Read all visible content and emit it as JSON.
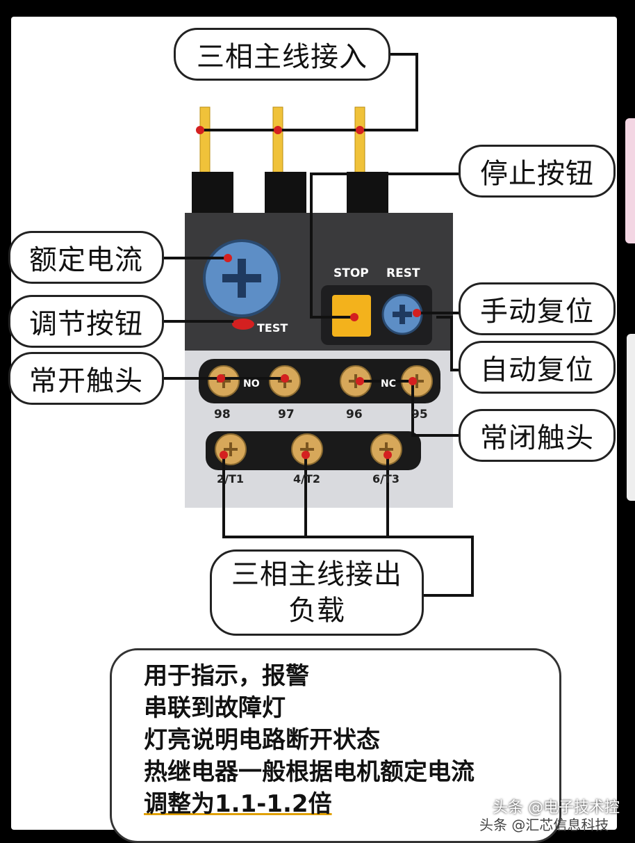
{
  "callouts": {
    "three_phase_in": "三相主线接入",
    "stop_button": "停止按钮",
    "rated_current": "额定电流",
    "adjust_button": "调节按钮",
    "manual_reset": "手动复位",
    "auto_reset": "自动复位",
    "no_contact": "常开触头",
    "nc_contact": "常闭触头",
    "three_phase_out_line1": "三相主线接出",
    "three_phase_out_line2": "负载"
  },
  "device": {
    "stop_label": "STOP",
    "rest_label": "REST",
    "test_label": "TEST",
    "no_label_left": "NO",
    "nc_label_right": "NC",
    "terminal_98": "98",
    "terminal_97": "97",
    "terminal_96": "96",
    "terminal_95": "95",
    "terminal_t1": "2/T1",
    "terminal_t2": "4/T2",
    "terminal_t3": "6/T3"
  },
  "note": {
    "line1": "用于指示，报警",
    "line2": "串联到故障灯",
    "line3": "灯亮说明电路断开状态",
    "line4": "热继电器一般根据电机额定电流",
    "line5": "调整为1.1-1.2倍"
  },
  "watermark": {
    "main": "头条 @电子技术控",
    "sub": "头条 @汇芯信息科技"
  },
  "colors": {
    "panel_dark": "#3a3a3c",
    "panel_light": "#d9dade",
    "dial_blue": "#5d8ec6",
    "stop_yellow": "#f3b21c",
    "screw_gold": "#d7a85a",
    "marker_red": "#d42020",
    "wire": "#111111"
  }
}
